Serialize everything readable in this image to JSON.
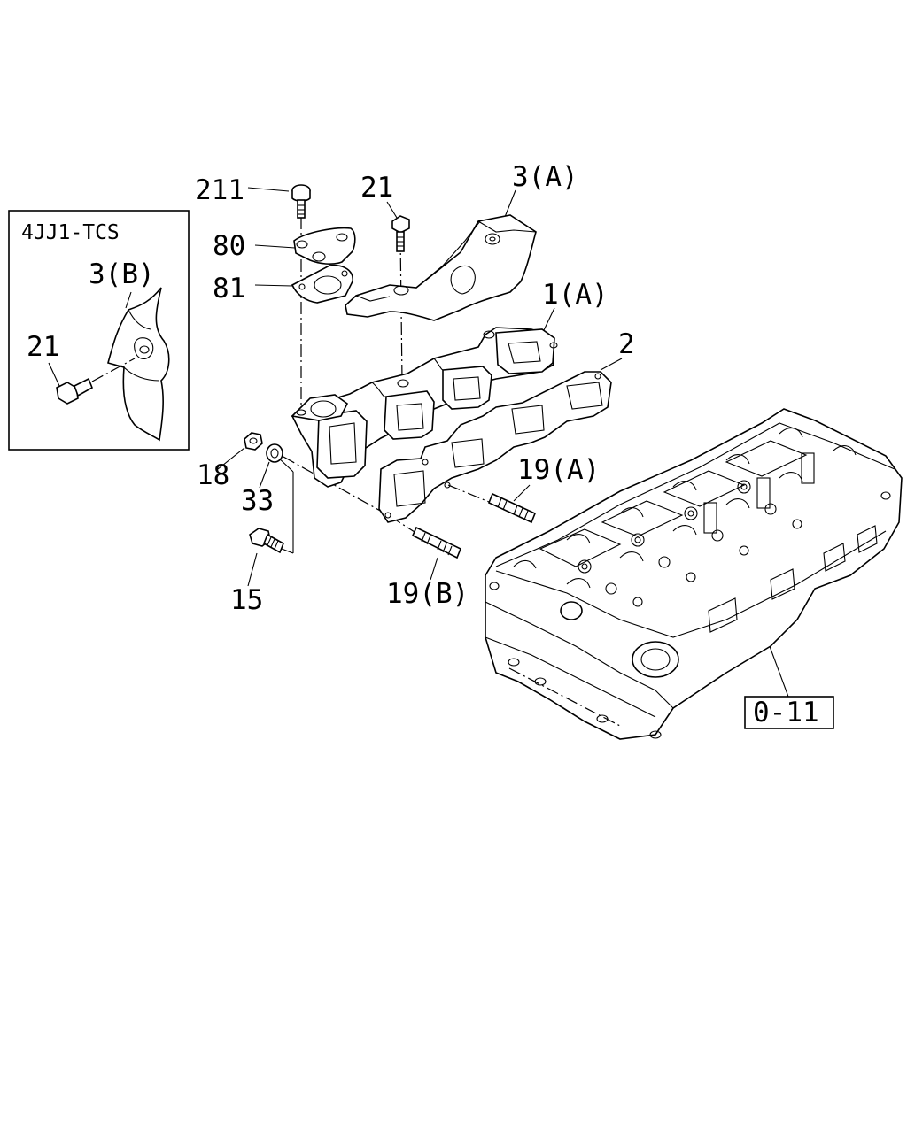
{
  "inset": {
    "title": "4JJ1-TCS",
    "labels": {
      "heat_shield_b": "3(B)",
      "bolt_21": "21"
    }
  },
  "callouts": {
    "bolt_211": "211",
    "bolt_21": "21",
    "heat_shield_a": "3(A)",
    "bracket_80": "80",
    "gasket_81": "81",
    "manifold_1a": "1(A)",
    "gasket_2": "2",
    "nut_18": "18",
    "washer_33": "33",
    "stud_19a": "19(A)",
    "bolt_15": "15",
    "stud_19b": "19(B)",
    "ref_box": "0-11"
  }
}
